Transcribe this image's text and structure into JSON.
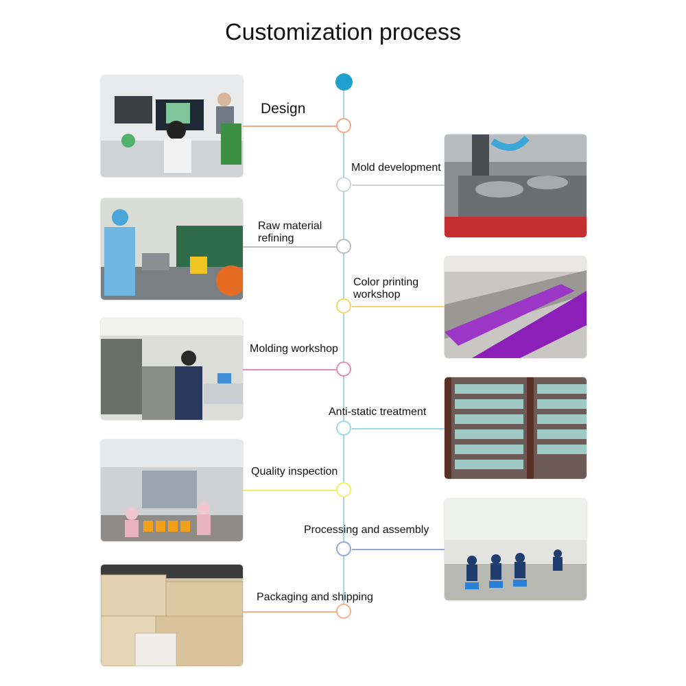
{
  "title": "Customization process",
  "accent": "#1ea0cf",
  "steps": [
    {
      "label": "Design",
      "color": "#f2a98a",
      "side": "left",
      "photo": "office-design-photo"
    },
    {
      "label": "Mold development",
      "color": "#cfd2d8",
      "side": "right",
      "photo": "cnc-machine-photo"
    },
    {
      "label": "Raw material\nrefining",
      "color": "#bdbdbd",
      "side": "left",
      "photo": "material-refining-photo"
    },
    {
      "label": "Color printing\nworkshop",
      "color": "#f5d36a",
      "side": "right",
      "photo": "printing-workshop-photo"
    },
    {
      "label": "Molding workshop",
      "color": "#e58bb5",
      "side": "left",
      "photo": "molding-workshop-photo"
    },
    {
      "label": "Anti-static treatment",
      "color": "#9fd8ea",
      "side": "right",
      "photo": "drying-racks-photo"
    },
    {
      "label": "Quality inspection",
      "color": "#f3ee6a",
      "side": "left",
      "photo": "inspection-photo"
    },
    {
      "label": "Processing and assembly",
      "color": "#8fa8d8",
      "side": "right",
      "photo": "assembly-line-photo"
    },
    {
      "label": "Packaging and shipping",
      "color": "#f4b08a",
      "side": "left",
      "photo": "cartons-photo"
    }
  ]
}
